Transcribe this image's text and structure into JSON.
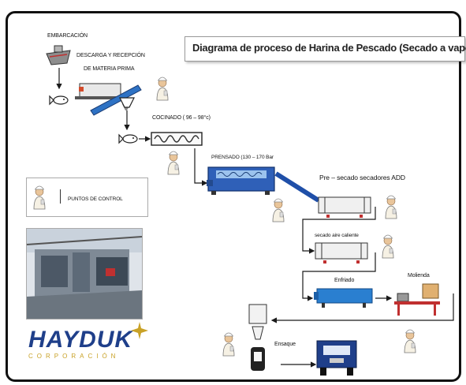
{
  "diagram": {
    "title": "Diagrama de proceso de Harina de Pescado (Secado a vapor)",
    "stages": {
      "embarcacion": "EMBARCACIÓN",
      "descarga_1": "DESCARGA Y RECEPCIÓN",
      "descarga_2": "DE MATERIA PRIMA",
      "cocinado": "COCINADO ( 96 – 98°c)",
      "prensado": "PRENSADO (130 – 170 Bar",
      "presecado": "Pre – secado secadores ADD",
      "secado_aire": "secado aire caliente",
      "enfriado": "Enfriado",
      "molienda": "Molienda",
      "ensaque": "Ensaque"
    },
    "legend": {
      "label": "PUNTOS DE CONTROL"
    },
    "brand": {
      "name": "HAYDUK",
      "tagline": "CORPORACIÓN"
    }
  },
  "colors": {
    "line": "#1a1a1a",
    "conveyor": "#1f4fa8",
    "machine_blue": "#2a7fd0",
    "logo_blue": "#1f3f8a",
    "logo_gold": "#c9a227",
    "inspector_coat": "#f6f1e4",
    "inspector_skin": "#e9c59a"
  },
  "icons": [
    "boat-icon",
    "fish-icon",
    "inspector-icon",
    "truck-icon",
    "factory-photo"
  ]
}
